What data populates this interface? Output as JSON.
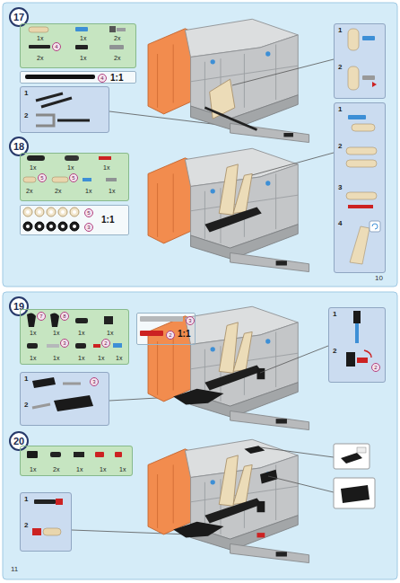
{
  "diagram": {
    "nodes": [
      {
        "text": [
          "17"
        ]
      },
      {
        "text": [
          "1x",
          "1x",
          "2x",
          "2x",
          "1x",
          "2x"
        ]
      },
      {
        "text": [
          "4",
          "1:1"
        ]
      },
      {
        "text": [
          "1",
          "2"
        ]
      },
      {
        "text": [
          "1",
          "2"
        ]
      },
      {
        "text": [
          "18"
        ]
      },
      {
        "text": [
          "1x",
          "1x",
          "1x",
          "2x",
          "2x",
          "1x",
          "1x"
        ]
      },
      {
        "text": [
          "5",
          "3",
          "1:1"
        ]
      },
      {
        "text": [
          "1",
          "2",
          "3",
          "4"
        ]
      },
      {
        "text": [
          "19"
        ]
      },
      {
        "text": [
          "1x",
          "1x",
          "1x",
          "1x",
          "1x",
          "1x",
          "1x",
          "1x",
          "1x"
        ]
      },
      {
        "text": [
          "3",
          "2",
          "1:1"
        ]
      },
      {
        "text": [
          "1",
          "2"
        ]
      },
      {
        "text": [
          "1",
          "2"
        ]
      },
      {
        "text": [
          "20"
        ]
      },
      {
        "text": [
          "1x",
          "2x",
          "1x",
          "1x",
          "1x"
        ]
      },
      {
        "text": [
          "1",
          "2"
        ]
      }
    ],
    "labels": [
      "4",
      "5",
      "5",
      "10",
      "7",
      "8",
      "3",
      "2",
      "3",
      "2",
      "11"
    ]
  }
}
